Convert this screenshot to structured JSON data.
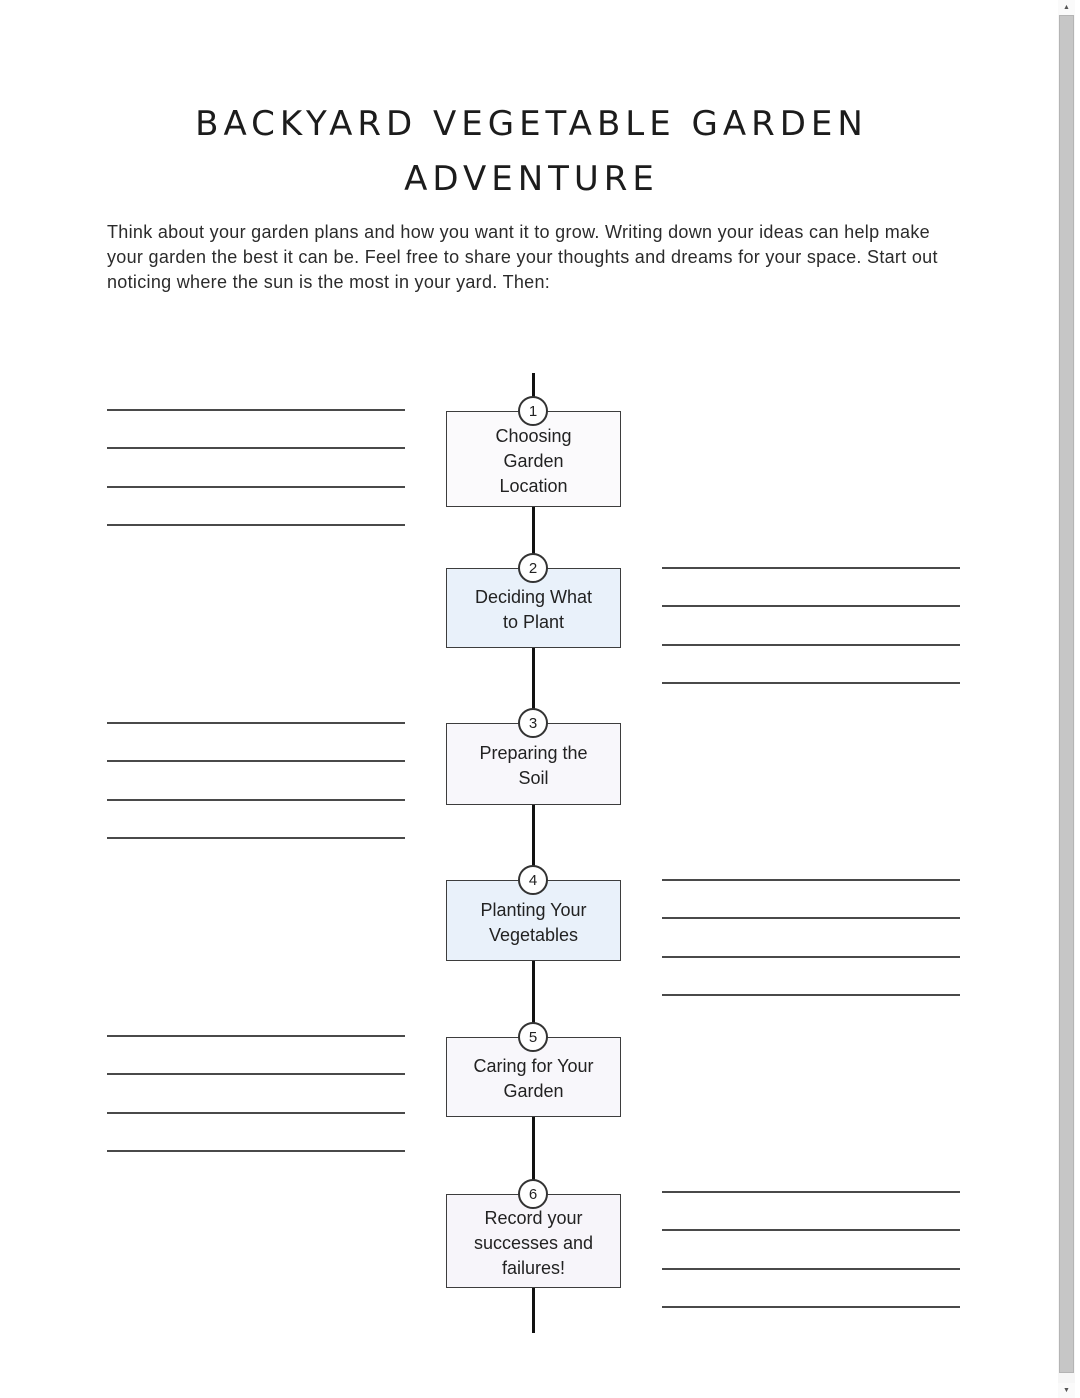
{
  "document": {
    "title_lines": [
      "BACKYARD VEGETABLE GARDEN",
      "ADVENTURE"
    ],
    "intro": "Think about your garden plans and how you want it to grow. Writing down your ideas can help make your garden the best it can be. Feel free to share your thoughts and dreams for your space. Start out noticing where the sun is the most in your yard. Then:"
  },
  "timeline": {
    "steps": [
      {
        "number": "1",
        "label": "Choosing Garden Location",
        "side": "left",
        "fill": "#fbfafc"
      },
      {
        "number": "2",
        "label": "Deciding What to Plant",
        "side": "right",
        "fill": "#e9f1fa"
      },
      {
        "number": "3",
        "label": "Preparing the Soil",
        "side": "left",
        "fill": "#f8f7fb"
      },
      {
        "number": "4",
        "label": "Planting Your Vegetables",
        "side": "right",
        "fill": "#e9f1fa"
      },
      {
        "number": "5",
        "label": "Caring for Your Garden",
        "side": "left",
        "fill": "#f8f7fb"
      },
      {
        "number": "6",
        "label": "Record your successes and failures!",
        "side": "right",
        "fill": "#f7f5fa"
      }
    ],
    "writing_lines_per_step": 4
  },
  "colors": {
    "step_fill_blue": "#e9f1fa",
    "step_fill_light": "#f8f7fb",
    "box_border": "#3d3d3d",
    "connector_line": "#111111",
    "writing_line": "#4a4a4a",
    "body_text": "#262626"
  },
  "scrollbar": {
    "up_arrow": "▲",
    "down_arrow": "▼"
  }
}
